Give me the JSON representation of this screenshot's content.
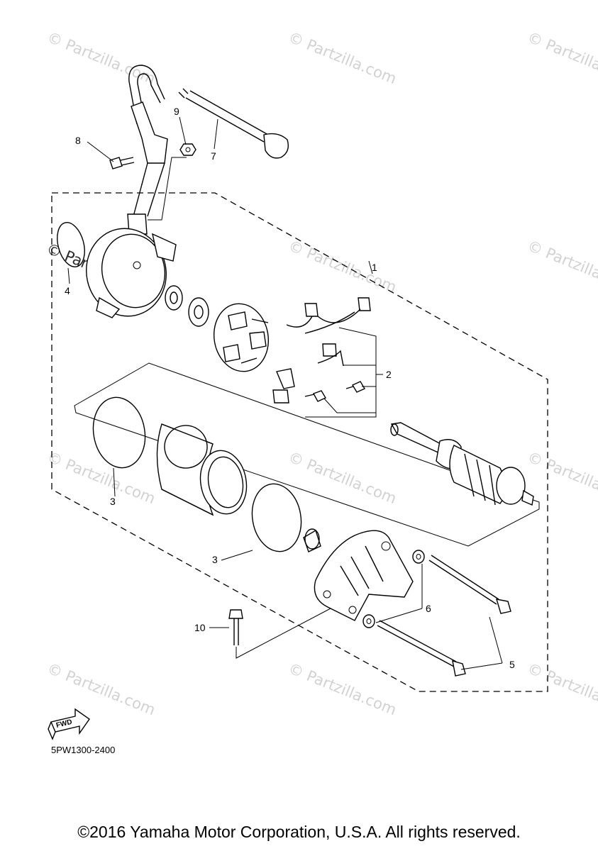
{
  "callouts": {
    "c1": "1",
    "c2": "2",
    "c3a": "3",
    "c3b": "3",
    "c4": "4",
    "c5": "5",
    "c6": "6",
    "c7": "7",
    "c8": "8",
    "c9": "9",
    "c10": "10"
  },
  "watermark": "© Partzilla.com",
  "fwd_label": "FWD",
  "diagram_code": "5PW1300-2400",
  "copyright": "©2016 Yamaha Motor Corporation, U.S.A. All rights reserved."
}
